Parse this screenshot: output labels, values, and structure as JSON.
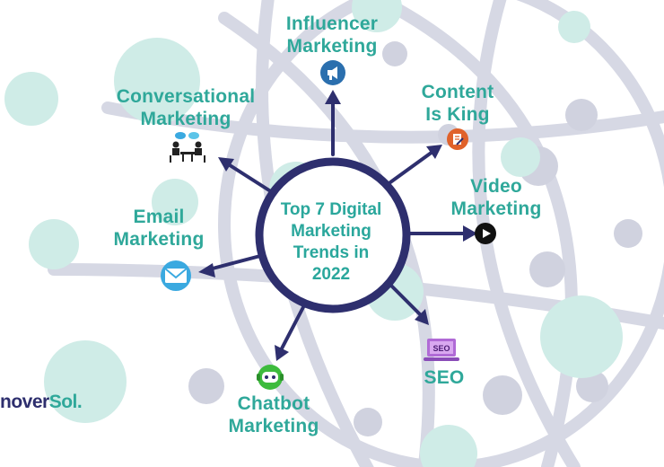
{
  "center": {
    "line1": "Top 7 Digital",
    "line2": "Marketing",
    "line3": "Trends in",
    "line4": "2022"
  },
  "trends": [
    {
      "line1": "Influencer",
      "line2": "Marketing",
      "icon": "megaphone-icon"
    },
    {
      "line1": "Content",
      "line2": "Is King",
      "icon": "document-edit-icon"
    },
    {
      "line1": "Video",
      "line2": "Marketing",
      "icon": "play-icon"
    },
    {
      "line1": "SEO",
      "line2": "",
      "icon": "seo-laptop-icon"
    },
    {
      "line1": "Chatbot",
      "line2": "Marketing",
      "icon": "chatbot-icon"
    },
    {
      "line1": "Email",
      "line2": "Marketing",
      "icon": "envelope-icon"
    },
    {
      "line1": "Conversational",
      "line2": "Marketing",
      "icon": "people-meeting-icon"
    }
  ],
  "icon_texts": {
    "seo": "SEO"
  },
  "logo": {
    "prefix": "nover",
    "suffix": "Sol."
  },
  "colors": {
    "teal": "#2fa89a",
    "navy": "#2e2f6e",
    "bg_network": "#d3d5e2",
    "bg_dots": "#cfece7"
  }
}
